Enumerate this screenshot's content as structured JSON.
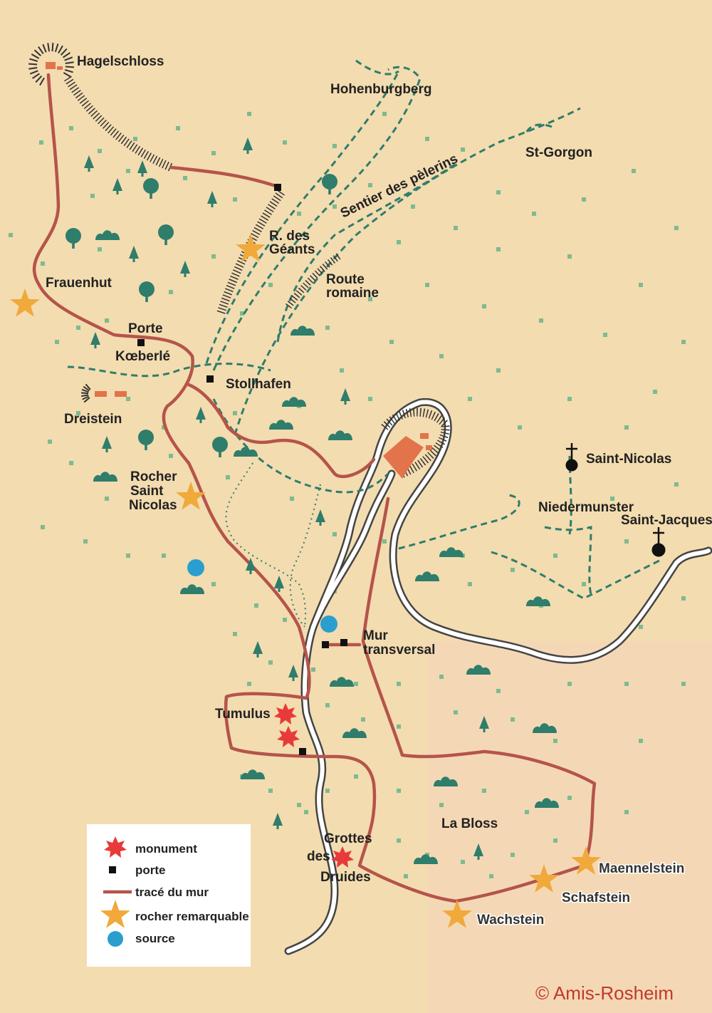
{
  "map": {
    "places": {
      "hagelschloss": "Hagelschloss",
      "hohenburgberg": "Hohenburgberg",
      "st_gorgon": "St-Gorgon",
      "sentier": "Sentier des pèlerins",
      "geants_1": "R. des",
      "geants_2": "Géants",
      "frauenhut": "Frauenhut",
      "route_1": "Route",
      "route_2": "romaine",
      "porte_1": "Porte",
      "porte_2": "Kœberlé",
      "stollhafen": "Stollhafen",
      "dreistein": "Dreistein",
      "rocher_1": "Rocher",
      "rocher_2": "Saint",
      "rocher_3": "Nicolas",
      "saint_nicolas": "Saint-Nicolas",
      "niedermunster": "Niedermunster",
      "saint_jacques": "Saint-Jacques",
      "mur_1": "Mur",
      "mur_2": "transversal",
      "tumulus": "Tumulus",
      "la_bloss": "La Bloss",
      "grottes_1": "Grottes",
      "grottes_2": "des",
      "grottes_3": "Druides",
      "maennelstein": "Maennelstein",
      "schafstein": "Schafstein",
      "wachstein": "Wachstein"
    },
    "legend": [
      {
        "symbol": "red-star-icon",
        "label": "monument"
      },
      {
        "symbol": "black-square-icon",
        "label": "porte"
      },
      {
        "symbol": "red-line-icon",
        "label": "tracé du mur"
      },
      {
        "symbol": "orange-star-icon",
        "label": "rocher remarquable"
      },
      {
        "symbol": "blue-circle-icon",
        "label": "source"
      }
    ],
    "copyright": "© Amis-Rosheim",
    "colors": {
      "background": "#f3dcb0",
      "wall": "#b5544a",
      "trail": "#2f7d6b",
      "tree": "#2f7d6b",
      "monument": "#e83a3a",
      "rock": "#f0a93a",
      "source": "#2a9fcf",
      "road": "#ffffff",
      "building": "#e2734a"
    }
  }
}
